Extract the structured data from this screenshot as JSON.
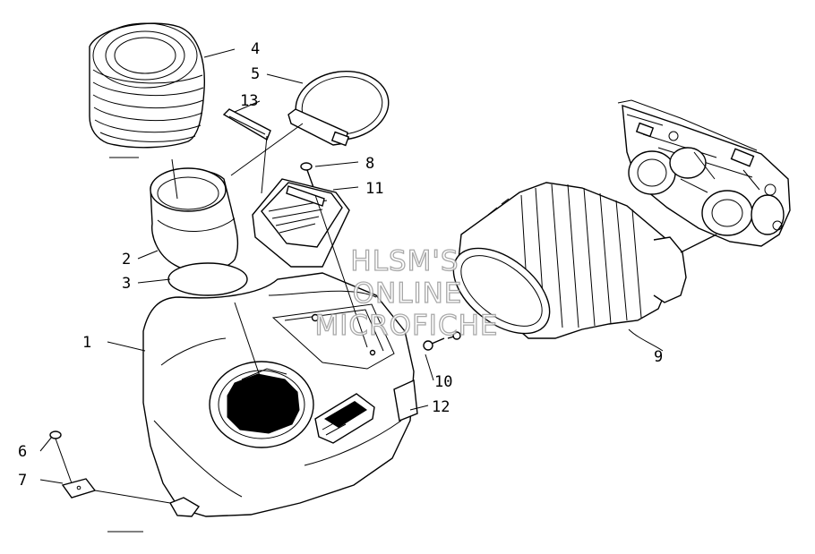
{
  "callouts": [
    "1",
    "2",
    "3",
    "4",
    "5",
    "6",
    "7",
    "8",
    "9",
    "10",
    "11",
    "12",
    "13"
  ],
  "watermark": [
    "HLSM'S",
    "ONLINE",
    "MICROFICHE"
  ]
}
